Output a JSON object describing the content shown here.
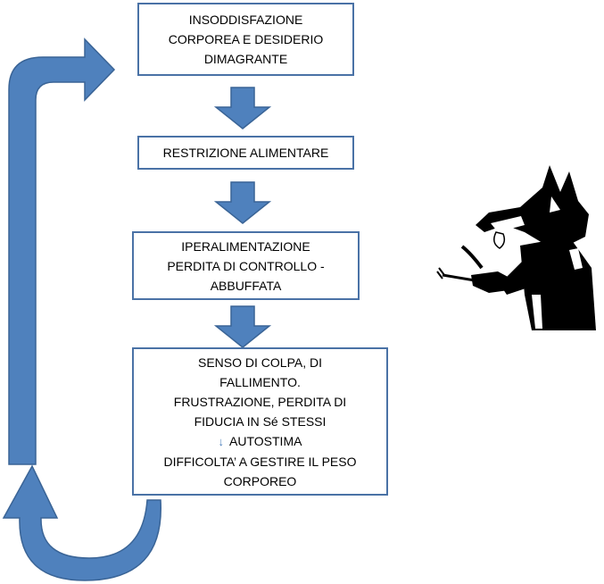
{
  "colors": {
    "box_border": "#4A72A6",
    "arrow_fill": "#4F81BD",
    "arrow_stroke": "#3A6496",
    "loop_fill": "#4F81BD",
    "wolf": "#000000"
  },
  "boxes": [
    {
      "lines": [
        "INSODDISFAZIONE",
        "CORPOREA E DESIDERIO",
        "DIMAGRANTE"
      ]
    },
    {
      "lines": [
        "RESTRIZIONE ALIMENTARE"
      ]
    },
    {
      "lines": [
        "IPERALIMENTAZIONE",
        "PERDITA DI CONTROLLO -",
        "ABBUFFATA"
      ]
    },
    {
      "lines": [
        "SENSO DI COLPA, DI",
        "FALLIMENTO.",
        "FRUSTRAZIONE, PERDITA DI",
        "FIDUCIA IN Sé STESSI"
      ],
      "arrow_line": {
        "icon": "↓",
        "text": "AUTOSTIMA"
      },
      "tail_lines": [
        "DIFFICOLTA’ A GESTIRE IL PESO",
        "CORPOREO"
      ]
    }
  ],
  "icons": {
    "flow_arrow": "down-arrow-icon",
    "loop_arrow": "cycle-arrow-icon",
    "illustration": "hungry-wolf-eating-icon"
  }
}
